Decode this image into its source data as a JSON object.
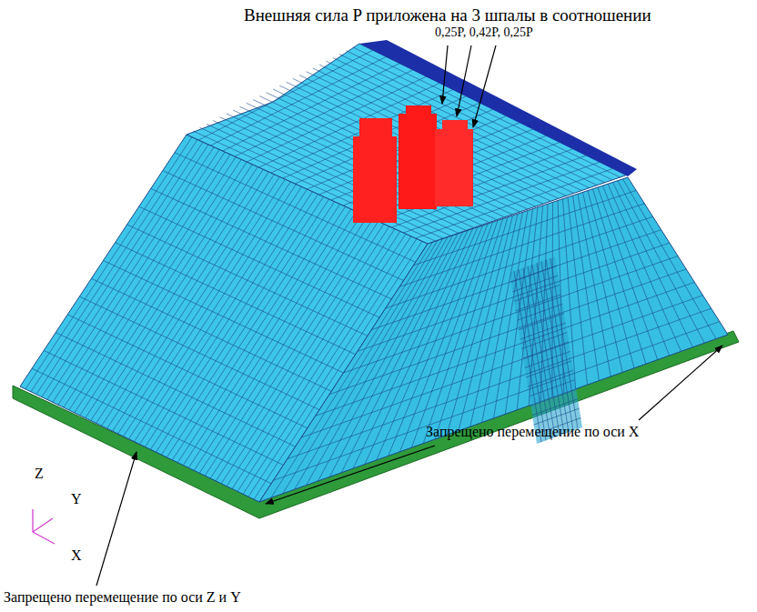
{
  "diagram": {
    "labels": [
      "Внешняя сила P приложена на 3 шпалы в соотношении",
      "0,25P, 0,42P, 0,25P",
      "Z",
      "Y",
      "X",
      "Запрещено перемещение по оси X",
      "Запрещено перемещение по оси Z и Y"
    ]
  }
}
